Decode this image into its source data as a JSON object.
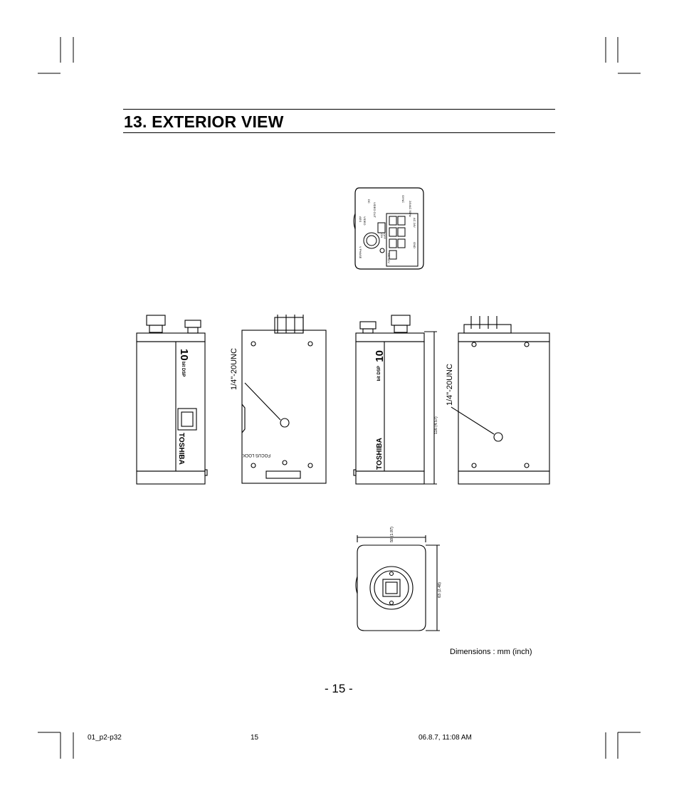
{
  "section": {
    "title": "13. EXTERIOR VIEW"
  },
  "views": {
    "side_left": {
      "brand": "TOSHIBA",
      "logo_num": "10",
      "logo_sub": "bit DSP"
    },
    "bottom": {
      "mount_label": "1/4\"-20UNC",
      "focus_lock": "FOCUS LOCK"
    },
    "side_right": {
      "brand": "TOSHIBA",
      "logo_num": "10",
      "logo_sub": "bit DSP",
      "height_dim": "116 (4.57)"
    },
    "top": {
      "mount_label": "1/4\"-20UNC"
    },
    "front": {
      "width_dim": "50 (1.97)",
      "height_dim": "63 (2.48)"
    },
    "rear_panel": {
      "labels": [
        "AES",
        "VIDEO",
        "DC",
        "VIDEO OUT",
        "ON",
        "OFF",
        "V PHASE",
        "DC 12V",
        "24VAC 50Hz",
        "AC 24V",
        "GND",
        "SYNC"
      ]
    }
  },
  "dimensions_note": "Dimensions : mm (inch)",
  "page_number": "- 15 -",
  "footer": {
    "file": "01_p2-p32",
    "page": "15",
    "timestamp": "06.8.7, 11:08 AM"
  }
}
